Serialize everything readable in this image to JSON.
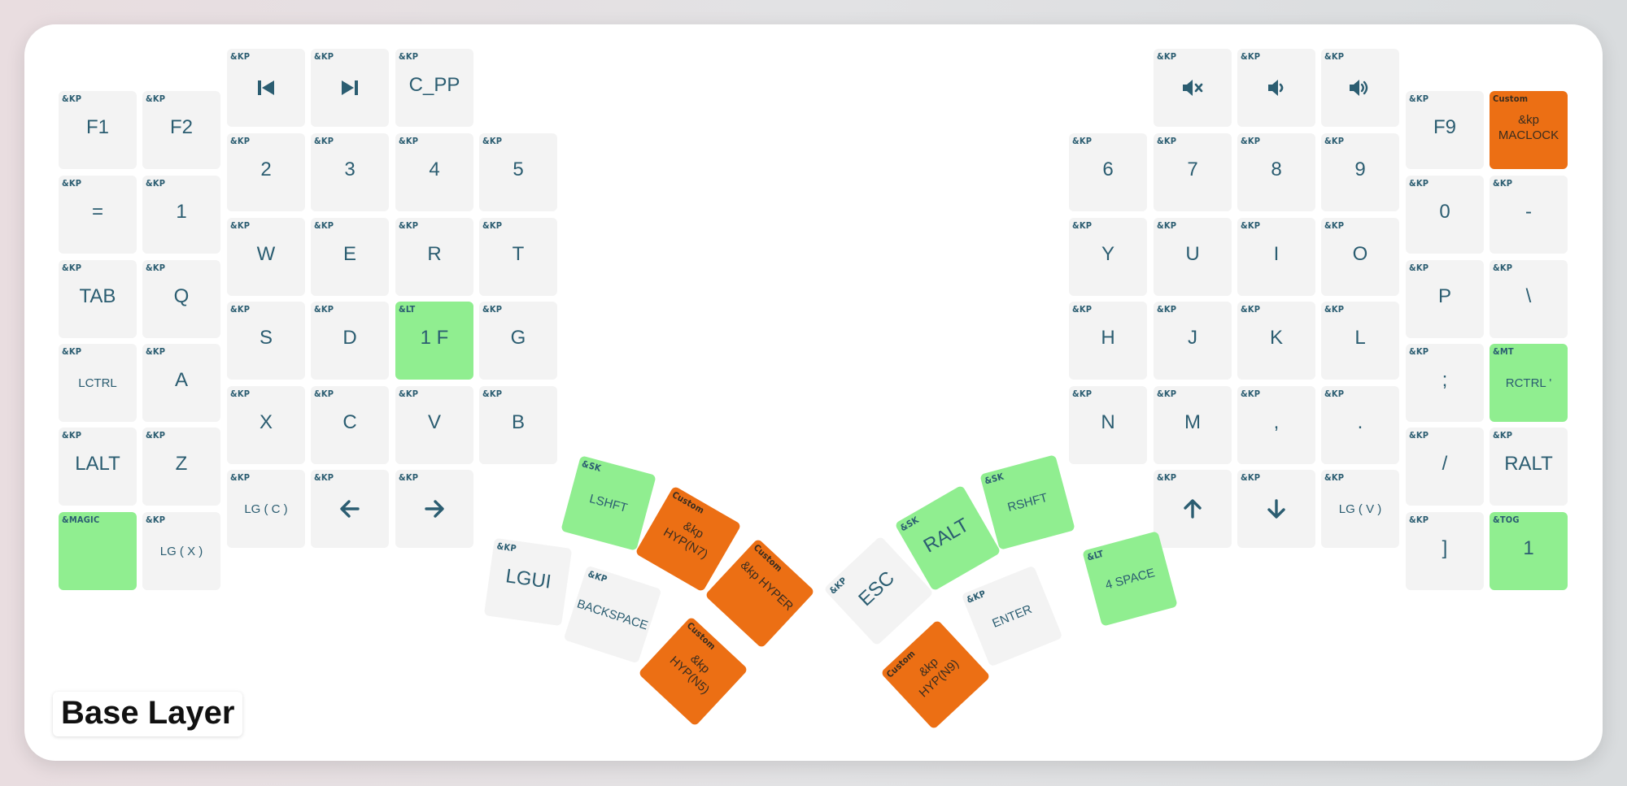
{
  "layer_title": "Base Layer",
  "left_keys": [
    {
      "binding": "&KP",
      "label": "F1"
    },
    {
      "binding": "&KP",
      "label": "F2"
    },
    {
      "binding": "&KP",
      "icon": "previous-track-icon"
    },
    {
      "binding": "&KP",
      "icon": "next-track-icon"
    },
    {
      "binding": "&KP",
      "label": "C_PP"
    },
    {
      "binding": "&KP",
      "label": "2"
    },
    {
      "binding": "&KP",
      "label": "3"
    },
    {
      "binding": "&KP",
      "label": "4"
    },
    {
      "binding": "&KP",
      "label": "5"
    },
    {
      "binding": "&KP",
      "label": "="
    },
    {
      "binding": "&KP",
      "label": "1"
    },
    {
      "binding": "&KP",
      "label": "W"
    },
    {
      "binding": "&KP",
      "label": "E"
    },
    {
      "binding": "&KP",
      "label": "R"
    },
    {
      "binding": "&KP",
      "label": "T"
    },
    {
      "binding": "&KP",
      "label": "TAB"
    },
    {
      "binding": "&KP",
      "label": "Q"
    },
    {
      "binding": "&KP",
      "label": "S"
    },
    {
      "binding": "&KP",
      "label": "D"
    },
    {
      "binding": "&LT",
      "label": "1 F",
      "color": "green"
    },
    {
      "binding": "&KP",
      "label": "G"
    },
    {
      "binding": "&KP",
      "label": "LCTRL"
    },
    {
      "binding": "&KP",
      "label": "A"
    },
    {
      "binding": "&KP",
      "label": "X"
    },
    {
      "binding": "&KP",
      "label": "C"
    },
    {
      "binding": "&KP",
      "label": "V"
    },
    {
      "binding": "&KP",
      "label": "B"
    },
    {
      "binding": "&KP",
      "label": "LALT"
    },
    {
      "binding": "&KP",
      "label": "Z"
    },
    {
      "binding": "&KP",
      "label": "LG ( C )"
    },
    {
      "binding": "&KP",
      "icon": "arrow-left-icon"
    },
    {
      "binding": "&KP",
      "icon": "arrow-right-icon"
    },
    {
      "binding": "&MAGIC",
      "label": "",
      "color": "green"
    },
    {
      "binding": "&KP",
      "label": "LG ( X )"
    }
  ],
  "right_keys": [
    {
      "binding": "&KP",
      "icon": "volume-mute-icon"
    },
    {
      "binding": "&KP",
      "icon": "volume-down-icon"
    },
    {
      "binding": "&KP",
      "icon": "volume-up-icon"
    },
    {
      "binding": "&KP",
      "label": "F9"
    },
    {
      "binding": "Custom",
      "label": "&kp MACLOCK",
      "color": "orange"
    },
    {
      "binding": "&KP",
      "label": "6"
    },
    {
      "binding": "&KP",
      "label": "7"
    },
    {
      "binding": "&KP",
      "label": "8"
    },
    {
      "binding": "&KP",
      "label": "9"
    },
    {
      "binding": "&KP",
      "label": "0"
    },
    {
      "binding": "&KP",
      "label": "-"
    },
    {
      "binding": "&KP",
      "label": "Y"
    },
    {
      "binding": "&KP",
      "label": "U"
    },
    {
      "binding": "&KP",
      "label": "I"
    },
    {
      "binding": "&KP",
      "label": "O"
    },
    {
      "binding": "&KP",
      "label": "P"
    },
    {
      "binding": "&KP",
      "label": "\\"
    },
    {
      "binding": "&KP",
      "label": "H"
    },
    {
      "binding": "&KP",
      "label": "J"
    },
    {
      "binding": "&KP",
      "label": "K"
    },
    {
      "binding": "&KP",
      "label": "L"
    },
    {
      "binding": "&KP",
      "label": ";"
    },
    {
      "binding": "&MT",
      "label": "RCTRL '",
      "color": "green"
    },
    {
      "binding": "&KP",
      "label": "N"
    },
    {
      "binding": "&KP",
      "label": "M"
    },
    {
      "binding": "&KP",
      "label": ","
    },
    {
      "binding": "&KP",
      "label": "."
    },
    {
      "binding": "&KP",
      "label": "/"
    },
    {
      "binding": "&KP",
      "label": "RALT"
    },
    {
      "binding": "&KP",
      "icon": "arrow-up-icon"
    },
    {
      "binding": "&KP",
      "icon": "arrow-down-icon"
    },
    {
      "binding": "&KP",
      "label": "LG ( V )"
    },
    {
      "binding": "&KP",
      "label": "]"
    },
    {
      "binding": "&TOG",
      "label": "1",
      "color": "green"
    }
  ],
  "thumb_keys": [
    {
      "binding": "&SK",
      "label": "LSHFT",
      "color": "green"
    },
    {
      "binding": "Custom",
      "label": "&kp HYP(N7)",
      "color": "orange"
    },
    {
      "binding": "&KP",
      "label": "LGUI"
    },
    {
      "binding": "&KP",
      "label": "BACKSPACE"
    },
    {
      "binding": "Custom",
      "label": "&kp HYPER",
      "color": "orange"
    },
    {
      "binding": "Custom",
      "label": "&kp HYP(N5)",
      "color": "orange"
    },
    {
      "binding": "&SK",
      "label": "RALT",
      "color": "green"
    },
    {
      "binding": "&SK",
      "label": "RSHFT",
      "color": "green"
    },
    {
      "binding": "&KP",
      "label": "ESC"
    },
    {
      "binding": "&LT",
      "label": "4 SPACE",
      "color": "green"
    },
    {
      "binding": "&KP",
      "label": "ENTER"
    },
    {
      "binding": "Custom",
      "label": "&kp HYP(N9)",
      "color": "orange"
    }
  ]
}
